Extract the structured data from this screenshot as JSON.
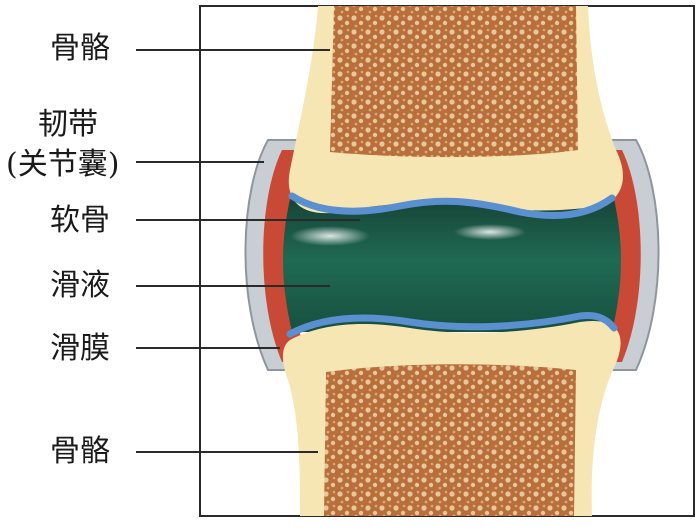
{
  "colors": {
    "bone_cream": "#f6e6b4",
    "spongy_bone": "#b86f3c",
    "spongy_pores": "#e8c79a",
    "cartilage_blue": "#5a8fd0",
    "synovial_fluid": "#1f5f4a",
    "synovial_membrane": "#c84a36",
    "capsule_gray": "#c9ced4",
    "frame_line": "#2a2a2a"
  },
  "labels": [
    {
      "id": "bone-top",
      "text": "骨骼"
    },
    {
      "id": "ligament",
      "text": "韧带"
    },
    {
      "id": "capsule",
      "text": "(关节囊)"
    },
    {
      "id": "cartilage",
      "text": "软骨"
    },
    {
      "id": "synovial-fluid",
      "text": "滑液"
    },
    {
      "id": "synovial-membrane",
      "text": "滑膜"
    },
    {
      "id": "bone-bottom",
      "text": "骨骼"
    }
  ]
}
